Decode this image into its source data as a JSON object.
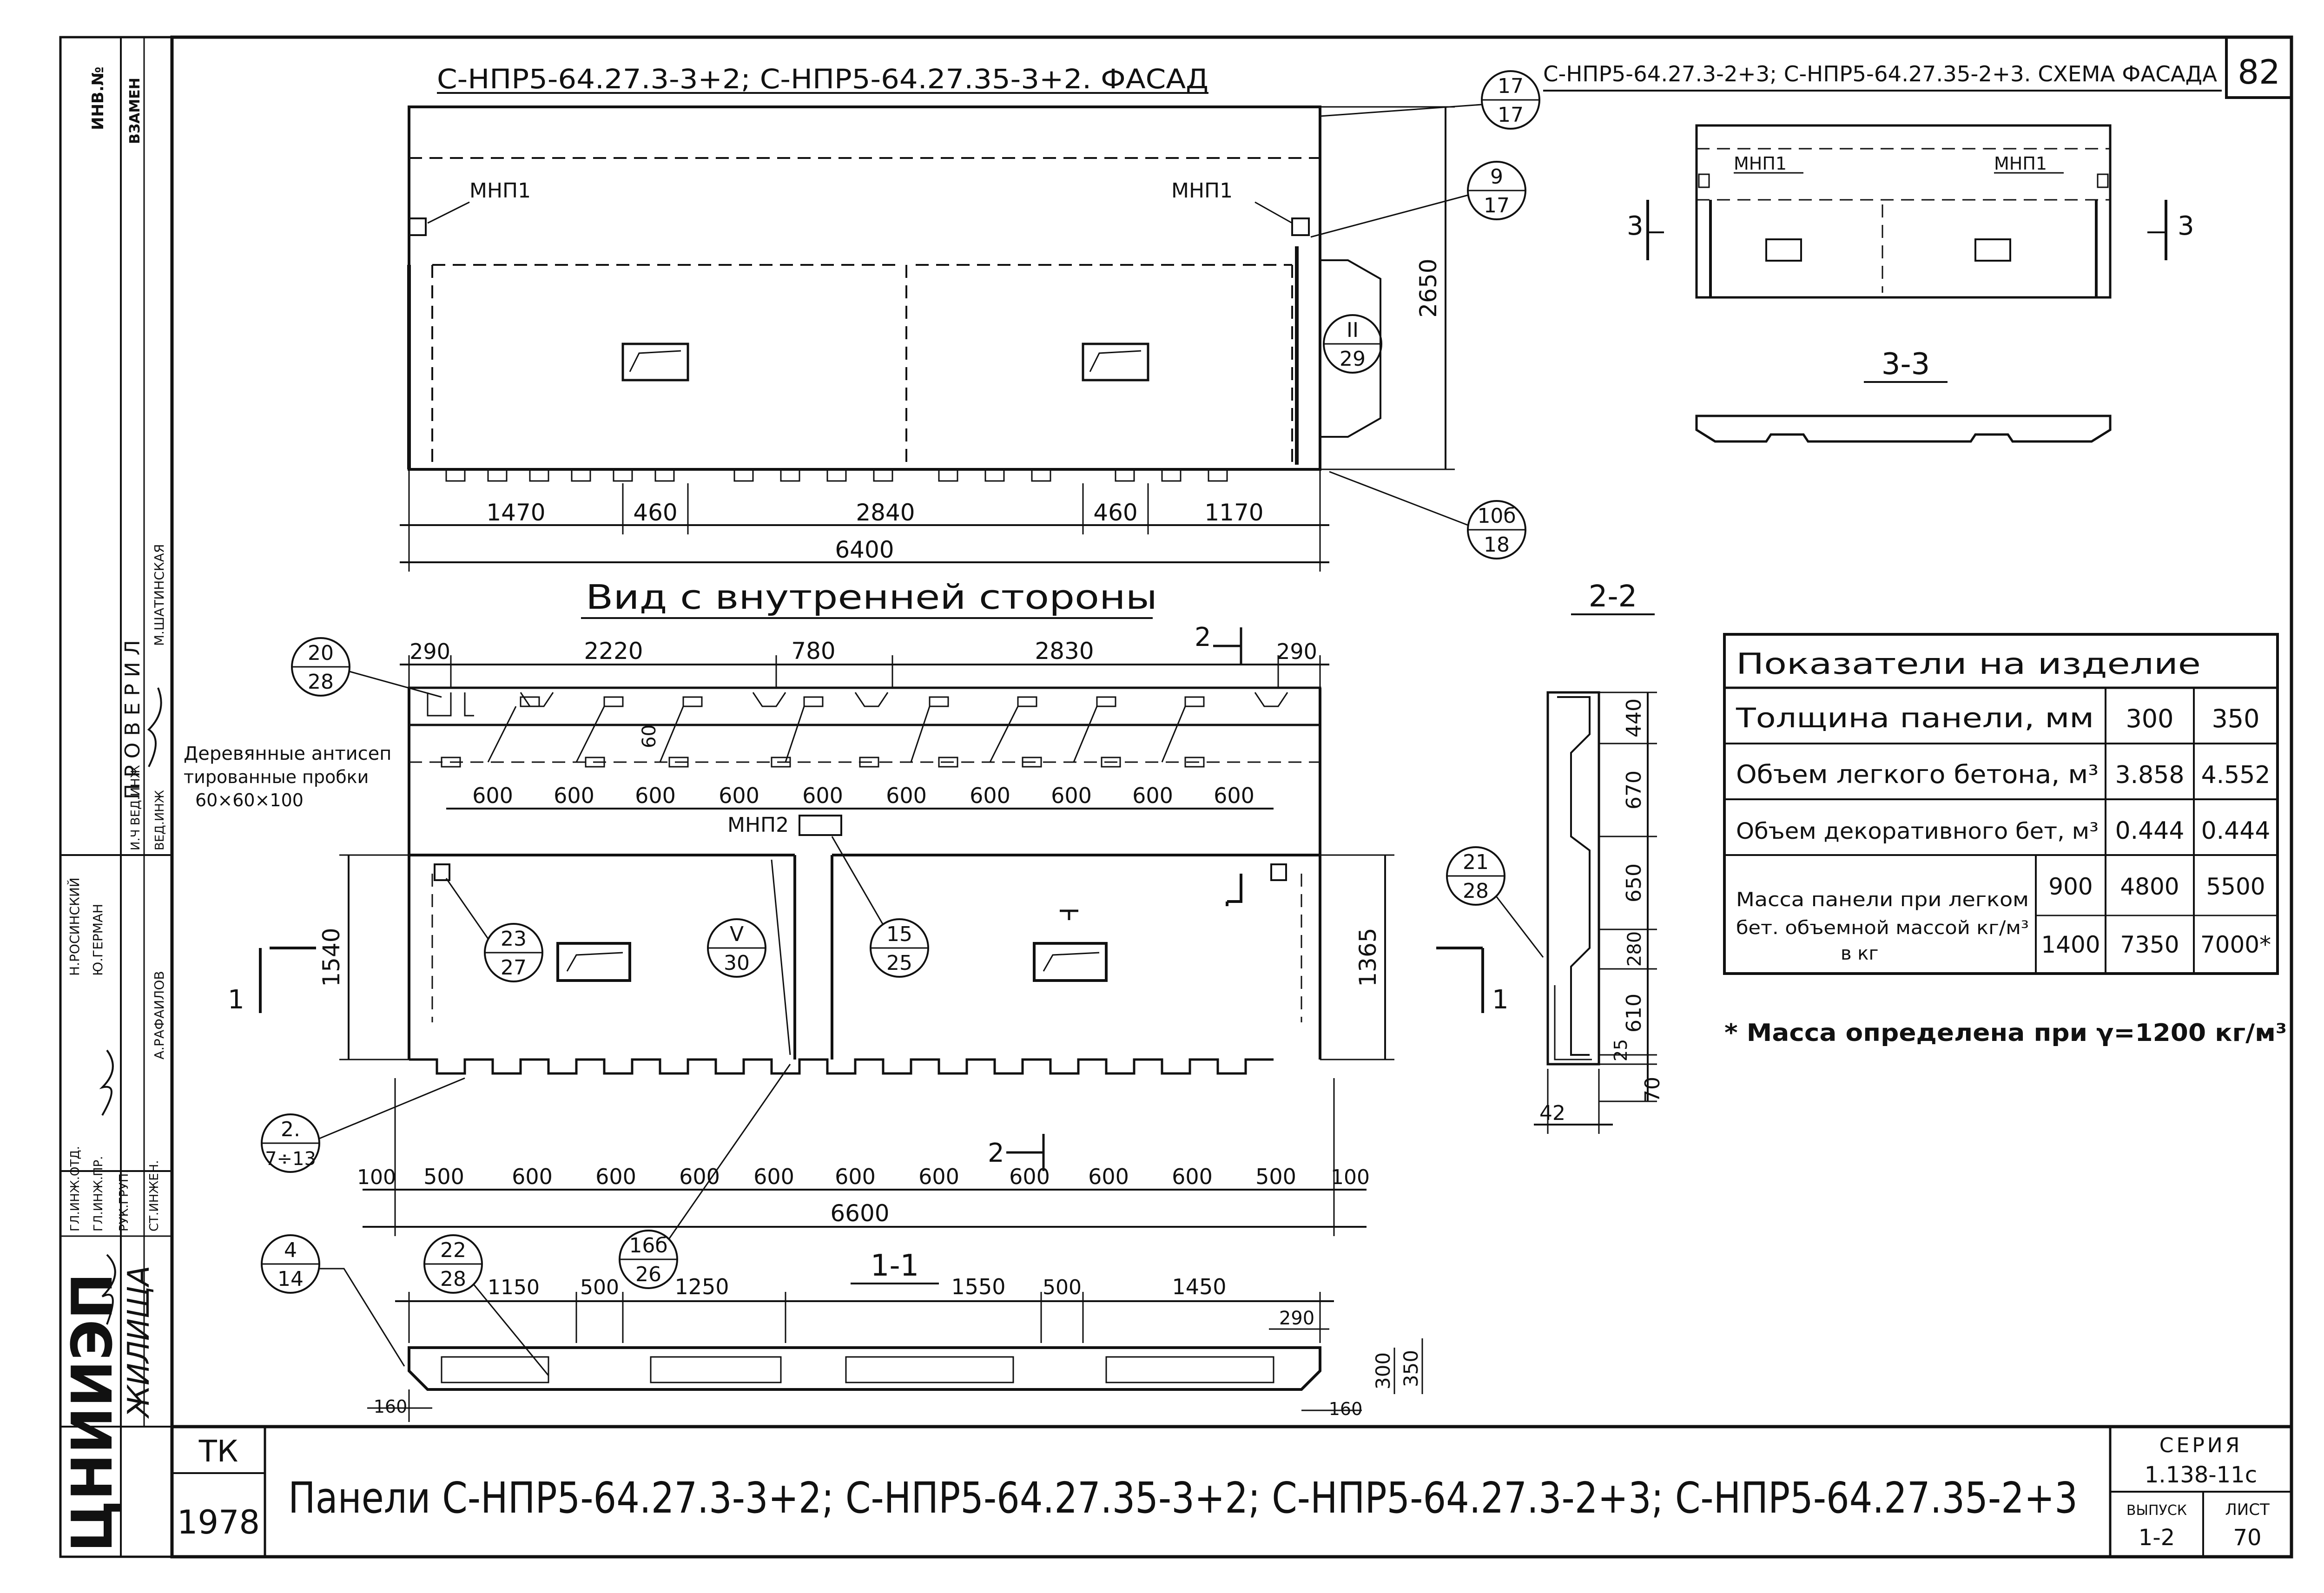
{
  "sheet": {
    "corner_number": "82",
    "stamp_tk": "ТК",
    "stamp_year": "1978",
    "title": "Панели С-НПР5-64.27.3-3+2; С-НПР5-64.27.35-3+2; С-НПР5-64.27.3-2+3; С-НПР5-64.27.35-2+3",
    "series_label": "СЕРИЯ",
    "series_value": "1.138-11с",
    "issue_label": "ВЫПУСК",
    "issue_value": "1-2",
    "sheet_label": "ЛИСТ",
    "sheet_value": "70",
    "org_logo": "ЦНИИЭП",
    "org_suffix": "ЖИЛИЩА"
  },
  "left_strip": {
    "top_cells": [
      "ИНВ.№",
      "ВЗАМЕН"
    ],
    "checked_label": "ПРОВЕРИЛ",
    "checked_name": "М.ШАТИНСКАЯ",
    "roles": [
      "ГЛ.ИНЖ.ОТД.",
      "ГЛ.ИНЖ.ПР.",
      "РУК.ГРУП.",
      "СТ.ИНЖЕН.",
      "И.Ч ВЕД.ИНЖ",
      "ВЕД.ИНЖ"
    ],
    "names": [
      "Н.РОСИНСКИЙ",
      "Ю.ГЕРМАН",
      "А.РАФАИЛОВ"
    ]
  },
  "facade": {
    "title": "С-НПР5-64.27.3-3+2; С-НПР5-64.27.35-3+2. ФАСАД",
    "mark_left": "МНП1",
    "mark_right": "МНП1",
    "dims": [
      "1470",
      "460",
      "2840",
      "460",
      "1170"
    ],
    "total": "6400",
    "height": "2650",
    "callouts": [
      {
        "top": "17",
        "bottom": "17"
      },
      {
        "top": "9",
        "bottom": "17"
      },
      {
        "top": "II",
        "bottom": "29"
      },
      {
        "top": "10б",
        "bottom": "18"
      }
    ]
  },
  "scheme": {
    "title": "С-НПР5-64.27.3-2+3; С-НПР5-64.27.35-2+3. СХЕМА ФАСАДА",
    "mark_left": "МНП1",
    "mark_right": "МНП1",
    "cut_left": "3",
    "cut_right": "3",
    "section_title": "3-3"
  },
  "inner": {
    "title": "Вид с внутренней стороны",
    "top_dims": [
      "290",
      "2220",
      "780",
      "2830",
      "290"
    ],
    "cut_mark_top": "2",
    "spacing_dims": [
      "600",
      "600",
      "600",
      "600",
      "600",
      "600",
      "600",
      "600",
      "600",
      "600"
    ],
    "small_dim": "60",
    "note_lines": [
      "Деревянные антисеп",
      "тированные пробки",
      "60×60×100"
    ],
    "mark_mnp2": "МНП2",
    "left_height": "1540",
    "right_height": "1365",
    "cut_left": "1",
    "cut_right": "1",
    "cut_mark_bottom": "2",
    "bottom_dims": [
      "100",
      "500",
      "600",
      "600",
      "600",
      "600",
      "600",
      "600",
      "600",
      "600",
      "600",
      "500",
      "100"
    ],
    "total": "6600",
    "callouts": [
      {
        "top": "20",
        "bottom": "28"
      },
      {
        "top": "23",
        "bottom": "27"
      },
      {
        "top": "V",
        "bottom": "30"
      },
      {
        "top": "15",
        "bottom": "25"
      },
      {
        "top": "2.",
        "bottom": "7÷13"
      }
    ]
  },
  "section22": {
    "title": "2-2",
    "dims": [
      "440",
      "670",
      "650",
      "280",
      "610",
      "25",
      "70"
    ],
    "bottom_dim": "42",
    "callout": {
      "top": "21",
      "bottom": "28"
    }
  },
  "section11": {
    "title": "1-1",
    "dims": [
      "1150",
      "500",
      "1250",
      "1550",
      "500",
      "1450"
    ],
    "right_dim": "290",
    "left_end": "160",
    "right_end": "160",
    "thickness": [
      "300",
      "350"
    ],
    "callouts": [
      {
        "top": "4",
        "bottom": "14"
      },
      {
        "top": "22",
        "bottom": "28"
      },
      {
        "top": "16б",
        "bottom": "26"
      }
    ]
  },
  "indicators": {
    "title": "Показатели на изделие",
    "thickness_label": "Толщина панели, мм",
    "thickness_values": [
      "300",
      "350"
    ],
    "light_label": "Объем легкого бетона, м³",
    "light_values": [
      "3.858",
      "4.552"
    ],
    "deco_label": "Объем декоративного бет, м³",
    "deco_values": [
      "0.444",
      "0.444"
    ],
    "mass_label_1": "Масса панели при легком",
    "mass_label_2": "бет. объемной массой кг/м³",
    "mass_label_3": "в кг",
    "mass_rows": [
      {
        "density": "900",
        "v300": "4800",
        "v350": "5500"
      },
      {
        "density": "1400",
        "v300": "7350",
        "v350": "7000*"
      }
    ],
    "footnote": "* Масса определена при γ=1200 кг/м³"
  }
}
